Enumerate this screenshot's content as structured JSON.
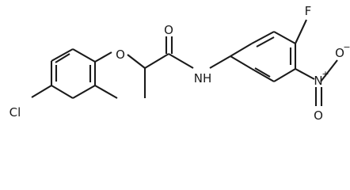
{
  "molecule": {
    "atom_labels": {
      "chlorine": "Cl",
      "ether_oxygen": "O",
      "carbonyl_oxygen": "O",
      "amide_nh": "NH",
      "fluorine": "F",
      "nitro_nitrogen": "N",
      "nitro_oxygen_top": "O",
      "nitro_oxygen_bottom": "O"
    },
    "charges": {
      "nitro_nitrogen": "+",
      "nitro_oxygen_top": "−"
    }
  }
}
